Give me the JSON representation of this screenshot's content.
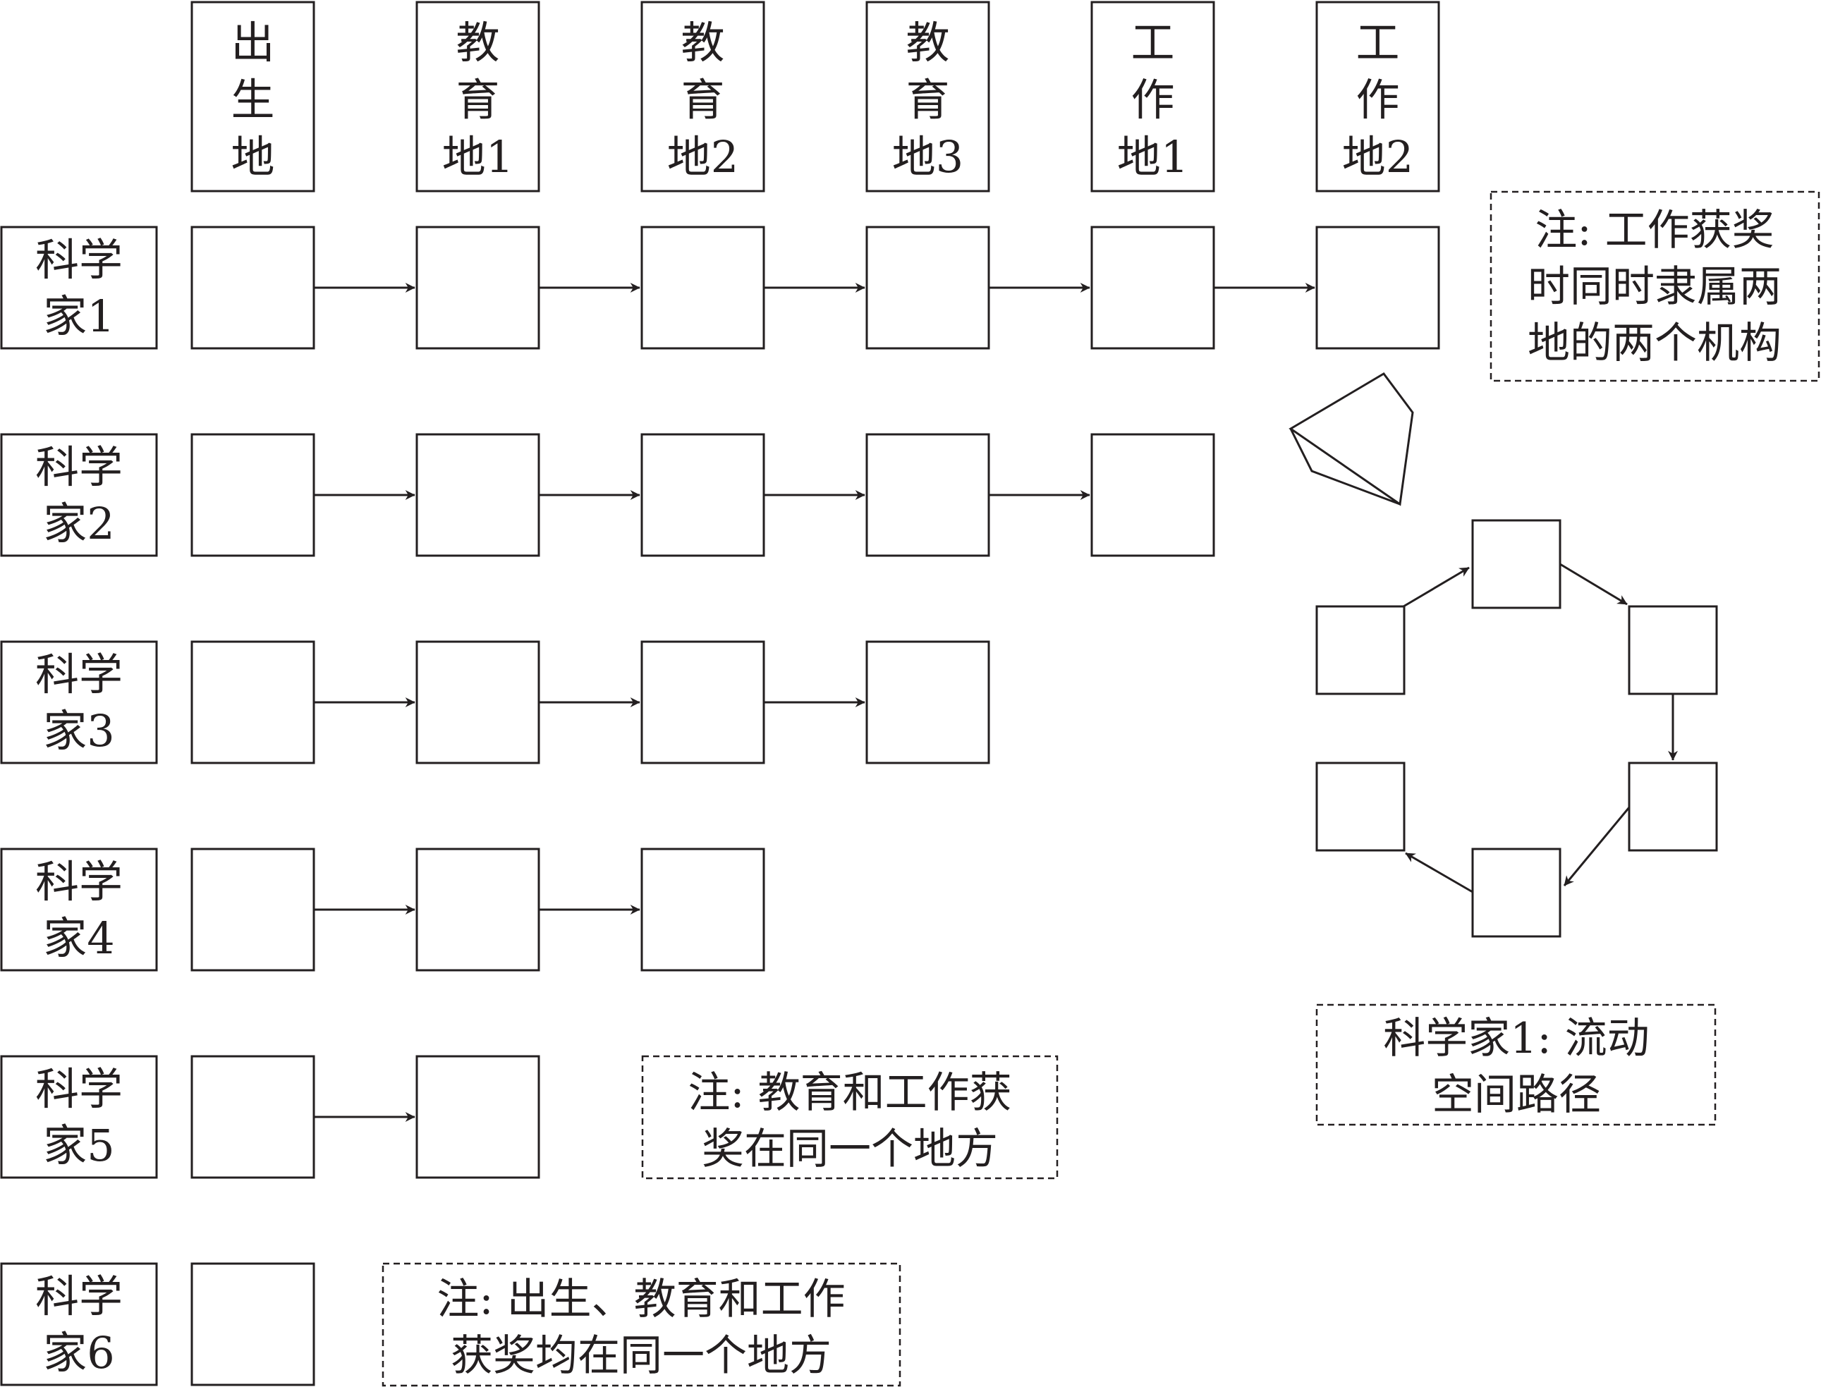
{
  "colors": {
    "line": "#231f20",
    "background": "#ffffff"
  },
  "headers": [
    {
      "lines": [
        "出",
        "生",
        "地"
      ]
    },
    {
      "lines": [
        "教",
        "育",
        "地1"
      ]
    },
    {
      "lines": [
        "教",
        "育",
        "地2"
      ]
    },
    {
      "lines": [
        "教",
        "育",
        "地3"
      ]
    },
    {
      "lines": [
        "工",
        "作",
        "地1"
      ]
    },
    {
      "lines": [
        "工",
        "作",
        "地2"
      ]
    }
  ],
  "scientists": [
    {
      "lines": [
        "科学",
        "家1"
      ],
      "places": 6
    },
    {
      "lines": [
        "科学",
        "家2"
      ],
      "places": 5
    },
    {
      "lines": [
        "科学",
        "家3"
      ],
      "places": 4
    },
    {
      "lines": [
        "科学",
        "家4"
      ],
      "places": 3
    },
    {
      "lines": [
        "科学",
        "家5"
      ],
      "places": 2
    },
    {
      "lines": [
        "科学",
        "家6"
      ],
      "places": 1
    }
  ],
  "notes": {
    "scientist1": [
      "注: 工作获奖",
      "时同时隶属两",
      "地的两个机构"
    ],
    "scientist5": [
      "注: 教育和工作获",
      "奖在同一个地方"
    ],
    "scientist6": [
      "注: 出生、教育和工作",
      "获奖均在同一个地方"
    ]
  },
  "path_caption": [
    "科学家1: 流动",
    "空间路径"
  ],
  "path_nodes": 6,
  "expand_arrow_icon": "chevron-down-icon"
}
